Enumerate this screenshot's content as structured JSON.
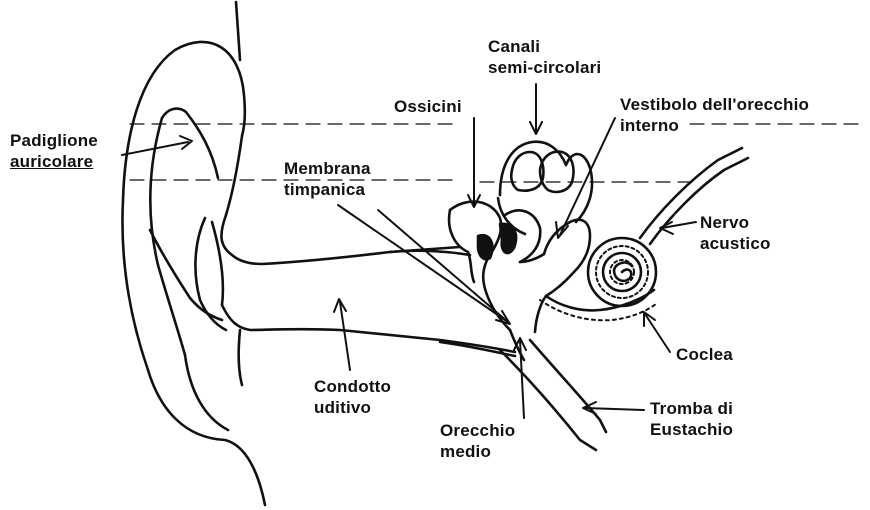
{
  "labels": {
    "padiglione": {
      "line1": "Padiglione",
      "line2": "auricolare"
    },
    "canali": {
      "line1": "Canali",
      "line2": "semi-circolari"
    },
    "ossicini": "Ossicini",
    "vestibolo": {
      "line1": "Vestibolo dell'orecchio",
      "line2": "interno"
    },
    "membrana": {
      "line1": "Membrana",
      "line2": "timpanica"
    },
    "nervo": {
      "line1": "Nervo",
      "line2": "acustico"
    },
    "coclea": "Coclea",
    "condotto": {
      "line1": "Condotto",
      "line2": "uditivo"
    },
    "orecchio_medio": {
      "line1": "Orecchio",
      "line2": "medio"
    },
    "tromba": {
      "line1": "Tromba di",
      "line2": "Eustachio"
    }
  },
  "colors": {
    "ink": "#111111",
    "background": "#ffffff"
  }
}
